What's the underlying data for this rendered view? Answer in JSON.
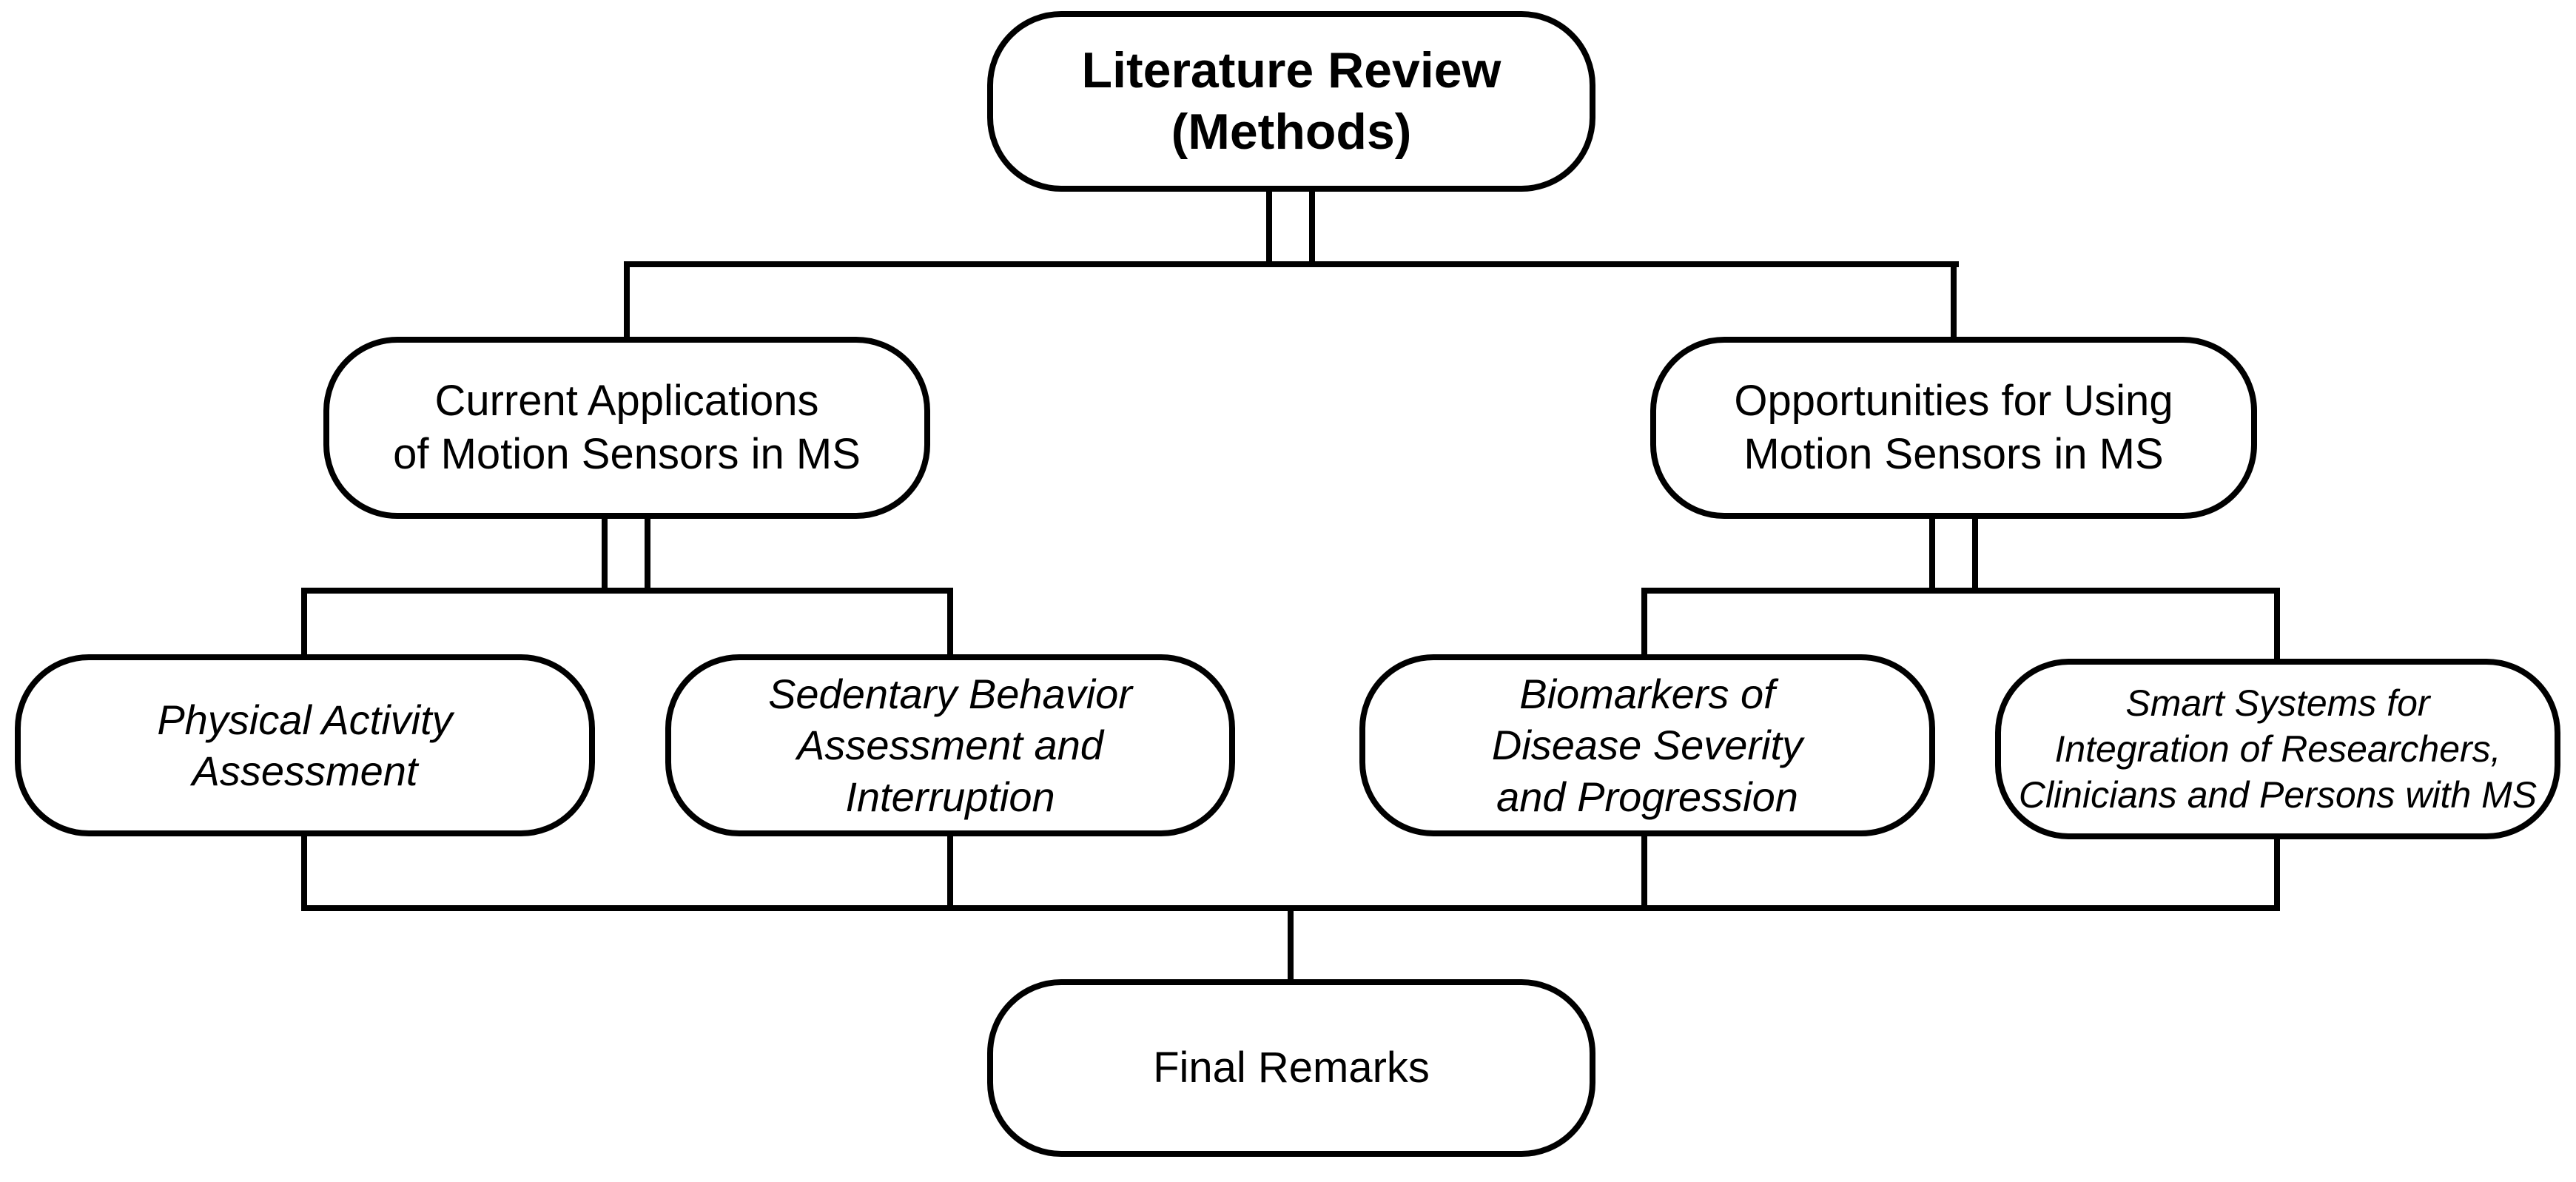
{
  "figure": {
    "type": "flowchart",
    "background_color": "#ffffff",
    "stroke_color": "#000000",
    "node_fill_color": "#ffffff"
  },
  "nodes": [
    {
      "id": "literature-review",
      "label": "Literature Review\n(Methods)",
      "emphasis": "bold"
    },
    {
      "id": "current-applications",
      "label": "Current Applications\nof Motion Sensors in MS",
      "emphasis": "regular"
    },
    {
      "id": "opportunities",
      "label": "Opportunities for Using\nMotion Sensors in MS",
      "emphasis": "regular"
    },
    {
      "id": "physical-activity",
      "label": "Physical Activity\nAssessment",
      "emphasis": "italic"
    },
    {
      "id": "sedentary-behavior",
      "label": "Sedentary Behavior\nAssessment and\nInterruption",
      "emphasis": "italic"
    },
    {
      "id": "biomarkers",
      "label": "Biomarkers of\nDisease Severity\nand Progression",
      "emphasis": "italic"
    },
    {
      "id": "smart-systems",
      "label": "Smart Systems for\nIntegration of Researchers,\nClinicians and Persons with MS",
      "emphasis": "italic"
    },
    {
      "id": "final-remarks",
      "label": "Final Remarks",
      "emphasis": "regular"
    }
  ],
  "edges": [
    {
      "from": "literature-review",
      "to": "current-applications"
    },
    {
      "from": "literature-review",
      "to": "opportunities"
    },
    {
      "from": "current-applications",
      "to": "physical-activity"
    },
    {
      "from": "current-applications",
      "to": "sedentary-behavior"
    },
    {
      "from": "opportunities",
      "to": "biomarkers"
    },
    {
      "from": "opportunities",
      "to": "smart-systems"
    },
    {
      "from": "physical-activity",
      "to": "final-remarks"
    },
    {
      "from": "sedentary-behavior",
      "to": "final-remarks"
    },
    {
      "from": "biomarkers",
      "to": "final-remarks"
    },
    {
      "from": "smart-systems",
      "to": "final-remarks"
    }
  ]
}
